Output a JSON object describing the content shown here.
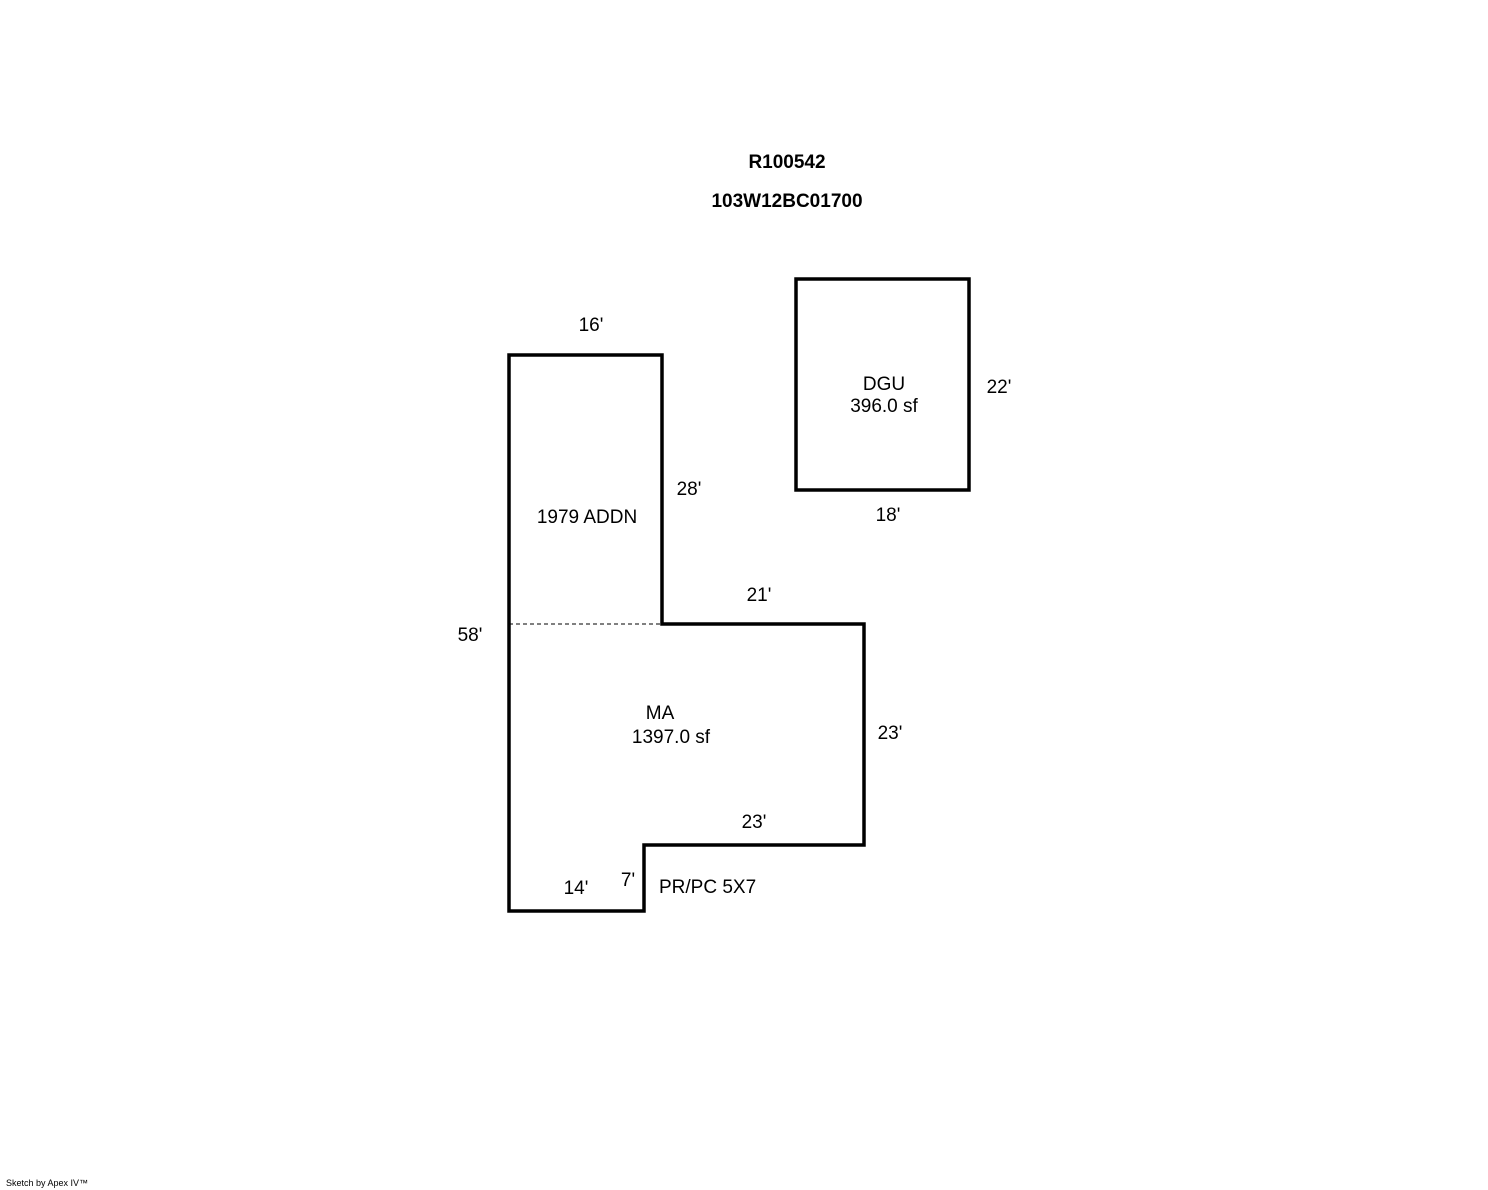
{
  "header": {
    "account_id": "R100542",
    "map_tax_lot": "103W12BC01700"
  },
  "areas": {
    "main": {
      "code": "MA",
      "area": "1397.0 sf"
    },
    "addition": {
      "label": "1979 ADDN"
    },
    "garage": {
      "code": "DGU",
      "area": "396.0 sf"
    },
    "porch": {
      "label": "PR/PC 5X7"
    }
  },
  "dimensions": {
    "addn_top": "16'",
    "addn_right": "28'",
    "main_upper_top": "21'",
    "main_right": "23'",
    "main_bottom_right": "23'",
    "porch_notch": "7'",
    "main_bottom_left": "14'",
    "overall_left": "58'",
    "garage_right": "22'",
    "garage_bottom": "18'"
  },
  "footer": {
    "credit": "Sketch by Apex IV™"
  }
}
